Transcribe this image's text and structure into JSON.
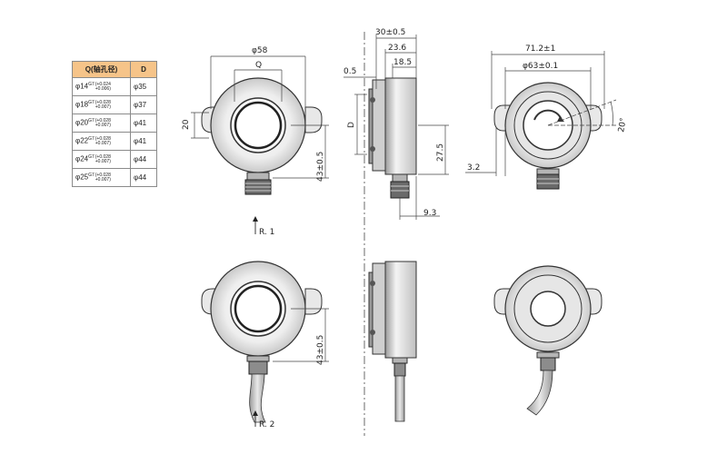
{
  "table": {
    "headers": [
      "Q(轴孔径)",
      "D"
    ],
    "rows": [
      {
        "size": "φ14",
        "fit": "G7",
        "tol_up": "(+0.024",
        "tol_low": "+0.006)",
        "d": "φ35"
      },
      {
        "size": "φ18",
        "fit": "G7",
        "tol_up": "(+0.028",
        "tol_low": "+0.007)",
        "d": "φ37"
      },
      {
        "size": "φ20",
        "fit": "G7",
        "tol_up": "(+0.028",
        "tol_low": "+0.007)",
        "d": "φ41"
      },
      {
        "size": "φ22",
        "fit": "G7",
        "tol_up": "(+0.028",
        "tol_low": "+0.007)",
        "d": "φ41"
      },
      {
        "size": "φ24",
        "fit": "G7",
        "tol_up": "(+0.028",
        "tol_low": "+0.007)",
        "d": "φ44"
      },
      {
        "size": "φ25",
        "fit": "G7",
        "tol_up": "(+0.028",
        "tol_low": "+0.007)",
        "d": "φ44"
      }
    ]
  },
  "dims": {
    "front_width": "φ58",
    "front_q": "Q",
    "front_20": "20",
    "front_43": "43±0.5",
    "front_r1": "R. 1",
    "bottom_43": "43±0.5",
    "bottom_r2": "R. 2",
    "side_30": "30±0.5",
    "side_23": "23.6",
    "side_18": "18.5",
    "side_05": "0.5",
    "side_d": "D",
    "side_27": "27.5",
    "side_93": "9.3",
    "rear_71": "71.2±1",
    "rear_63": "φ63±0.1",
    "rear_32": "3.2",
    "rear_20deg": "20°"
  }
}
